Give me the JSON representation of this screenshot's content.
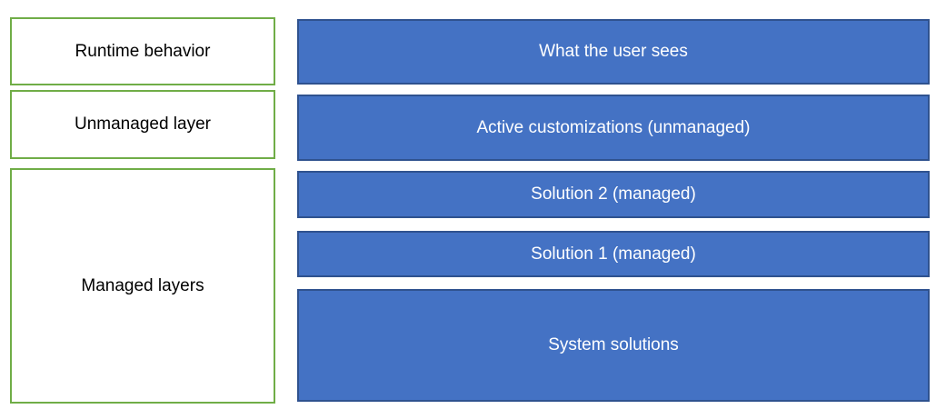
{
  "diagram": {
    "left_column": {
      "boxes": [
        {
          "label": "Runtime behavior"
        },
        {
          "label": "Unmanaged layer"
        },
        {
          "label": "Managed layers"
        }
      ]
    },
    "right_column": {
      "boxes": [
        {
          "label": "What the user sees"
        },
        {
          "label": "Active customizations (unmanaged)"
        },
        {
          "label": "Solution 2 (managed)"
        },
        {
          "label": "Solution 1 (managed)"
        },
        {
          "label": "System solutions"
        }
      ]
    },
    "colors": {
      "blue_fill": "#4472C4",
      "blue_border": "#2F528F",
      "green_border": "#70AD47",
      "white_fill": "#FFFFFF",
      "text_dark": "#000000",
      "text_light": "#FFFFFF"
    }
  }
}
